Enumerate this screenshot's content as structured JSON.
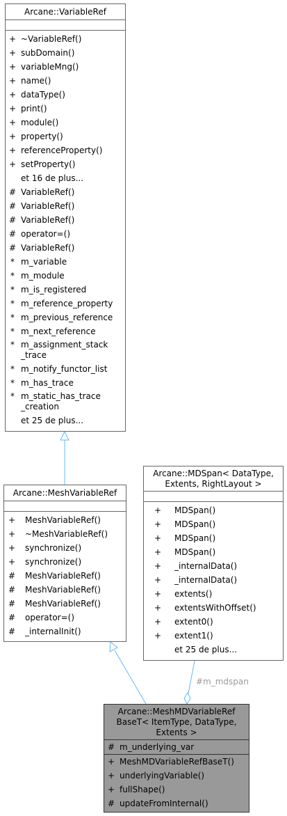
{
  "variable_ref": {
    "title": "Arcane::VariableRef",
    "members": [
      {
        "sym": "+",
        "text": "~VariableRef()"
      },
      {
        "sym": "+",
        "text": "subDomain()"
      },
      {
        "sym": "+",
        "text": "variableMng()"
      },
      {
        "sym": "+",
        "text": "name()"
      },
      {
        "sym": "+",
        "text": "dataType()"
      },
      {
        "sym": "+",
        "text": "print()"
      },
      {
        "sym": "+",
        "text": "module()"
      },
      {
        "sym": "+",
        "text": "property()"
      },
      {
        "sym": "+",
        "text": "referenceProperty()"
      },
      {
        "sym": "+",
        "text": "setProperty()"
      },
      {
        "sym": "",
        "text": "et 16 de plus..."
      },
      {
        "sym": "#",
        "text": "VariableRef()"
      },
      {
        "sym": "#",
        "text": "VariableRef()"
      },
      {
        "sym": "#",
        "text": "VariableRef()"
      },
      {
        "sym": "#",
        "text": "operator=()"
      },
      {
        "sym": "#",
        "text": "VariableRef()"
      },
      {
        "sym": "*",
        "text": "m_variable"
      },
      {
        "sym": "*",
        "text": "m_module"
      },
      {
        "sym": "*",
        "text": "m_is_registered"
      },
      {
        "sym": "*",
        "text": "m_reference_property"
      },
      {
        "sym": "*",
        "text": "m_previous_reference"
      },
      {
        "sym": "*",
        "text": "m_next_reference"
      },
      {
        "sym": "*",
        "text": "m_assignment_stack\n_trace",
        "tall": true
      },
      {
        "sym": "*",
        "text": "m_notify_functor_list"
      },
      {
        "sym": "*",
        "text": "m_has_trace"
      },
      {
        "sym": "*",
        "text": "m_static_has_trace\n_creation",
        "tall": true
      },
      {
        "sym": "",
        "text": "et 25 de plus..."
      }
    ]
  },
  "mesh_variable_ref": {
    "title": "Arcane::MeshVariableRef",
    "members": [
      {
        "sym": "+",
        "text": "MeshVariableRef()"
      },
      {
        "sym": "+",
        "text": "~MeshVariableRef()"
      },
      {
        "sym": "+",
        "text": "synchronize()"
      },
      {
        "sym": "+",
        "text": "synchronize()"
      },
      {
        "sym": "#",
        "text": "MeshVariableRef()"
      },
      {
        "sym": "#",
        "text": "MeshVariableRef()"
      },
      {
        "sym": "#",
        "text": "MeshVariableRef()"
      },
      {
        "sym": "#",
        "text": "operator=()"
      },
      {
        "sym": "#",
        "text": "_internalInit()"
      }
    ]
  },
  "mdspan": {
    "title_line1": "Arcane::MDSpan< DataType,",
    "title_line2": "Extents, RightLayout >",
    "members": [
      {
        "sym": "+",
        "text": "MDSpan()"
      },
      {
        "sym": "+",
        "text": "MDSpan()"
      },
      {
        "sym": "+",
        "text": "MDSpan()"
      },
      {
        "sym": "+",
        "text": "MDSpan()"
      },
      {
        "sym": "+",
        "text": "_internalData()"
      },
      {
        "sym": "+",
        "text": "_internalData()"
      },
      {
        "sym": "+",
        "text": "extents()"
      },
      {
        "sym": "+",
        "text": "extentsWithOffset()"
      },
      {
        "sym": "+",
        "text": "extent0()"
      },
      {
        "sym": "+",
        "text": "extent1()"
      },
      {
        "sym": "",
        "text": "et 25 de plus..."
      }
    ]
  },
  "mesh_md_base": {
    "title_line1": "Arcane::MeshMDVariableRef",
    "title_line2": "BaseT< ItemType, DataType,",
    "title_line3": "Extents >",
    "attributes": [
      {
        "sym": "#",
        "text": "m_underlying_var"
      }
    ],
    "members": [
      {
        "sym": "+",
        "text": "MeshMDVariableRefBaseT()"
      },
      {
        "sym": "+",
        "text": "underlyingVariable()"
      },
      {
        "sym": "+",
        "text": "fullShape()"
      },
      {
        "sym": "#",
        "text": "updateFromInternal()"
      }
    ]
  },
  "edge_label": "#m_mdspan",
  "colors": {
    "edge": "#63b8ff",
    "class_border": "#666666",
    "highlight_fill": "#999999"
  }
}
